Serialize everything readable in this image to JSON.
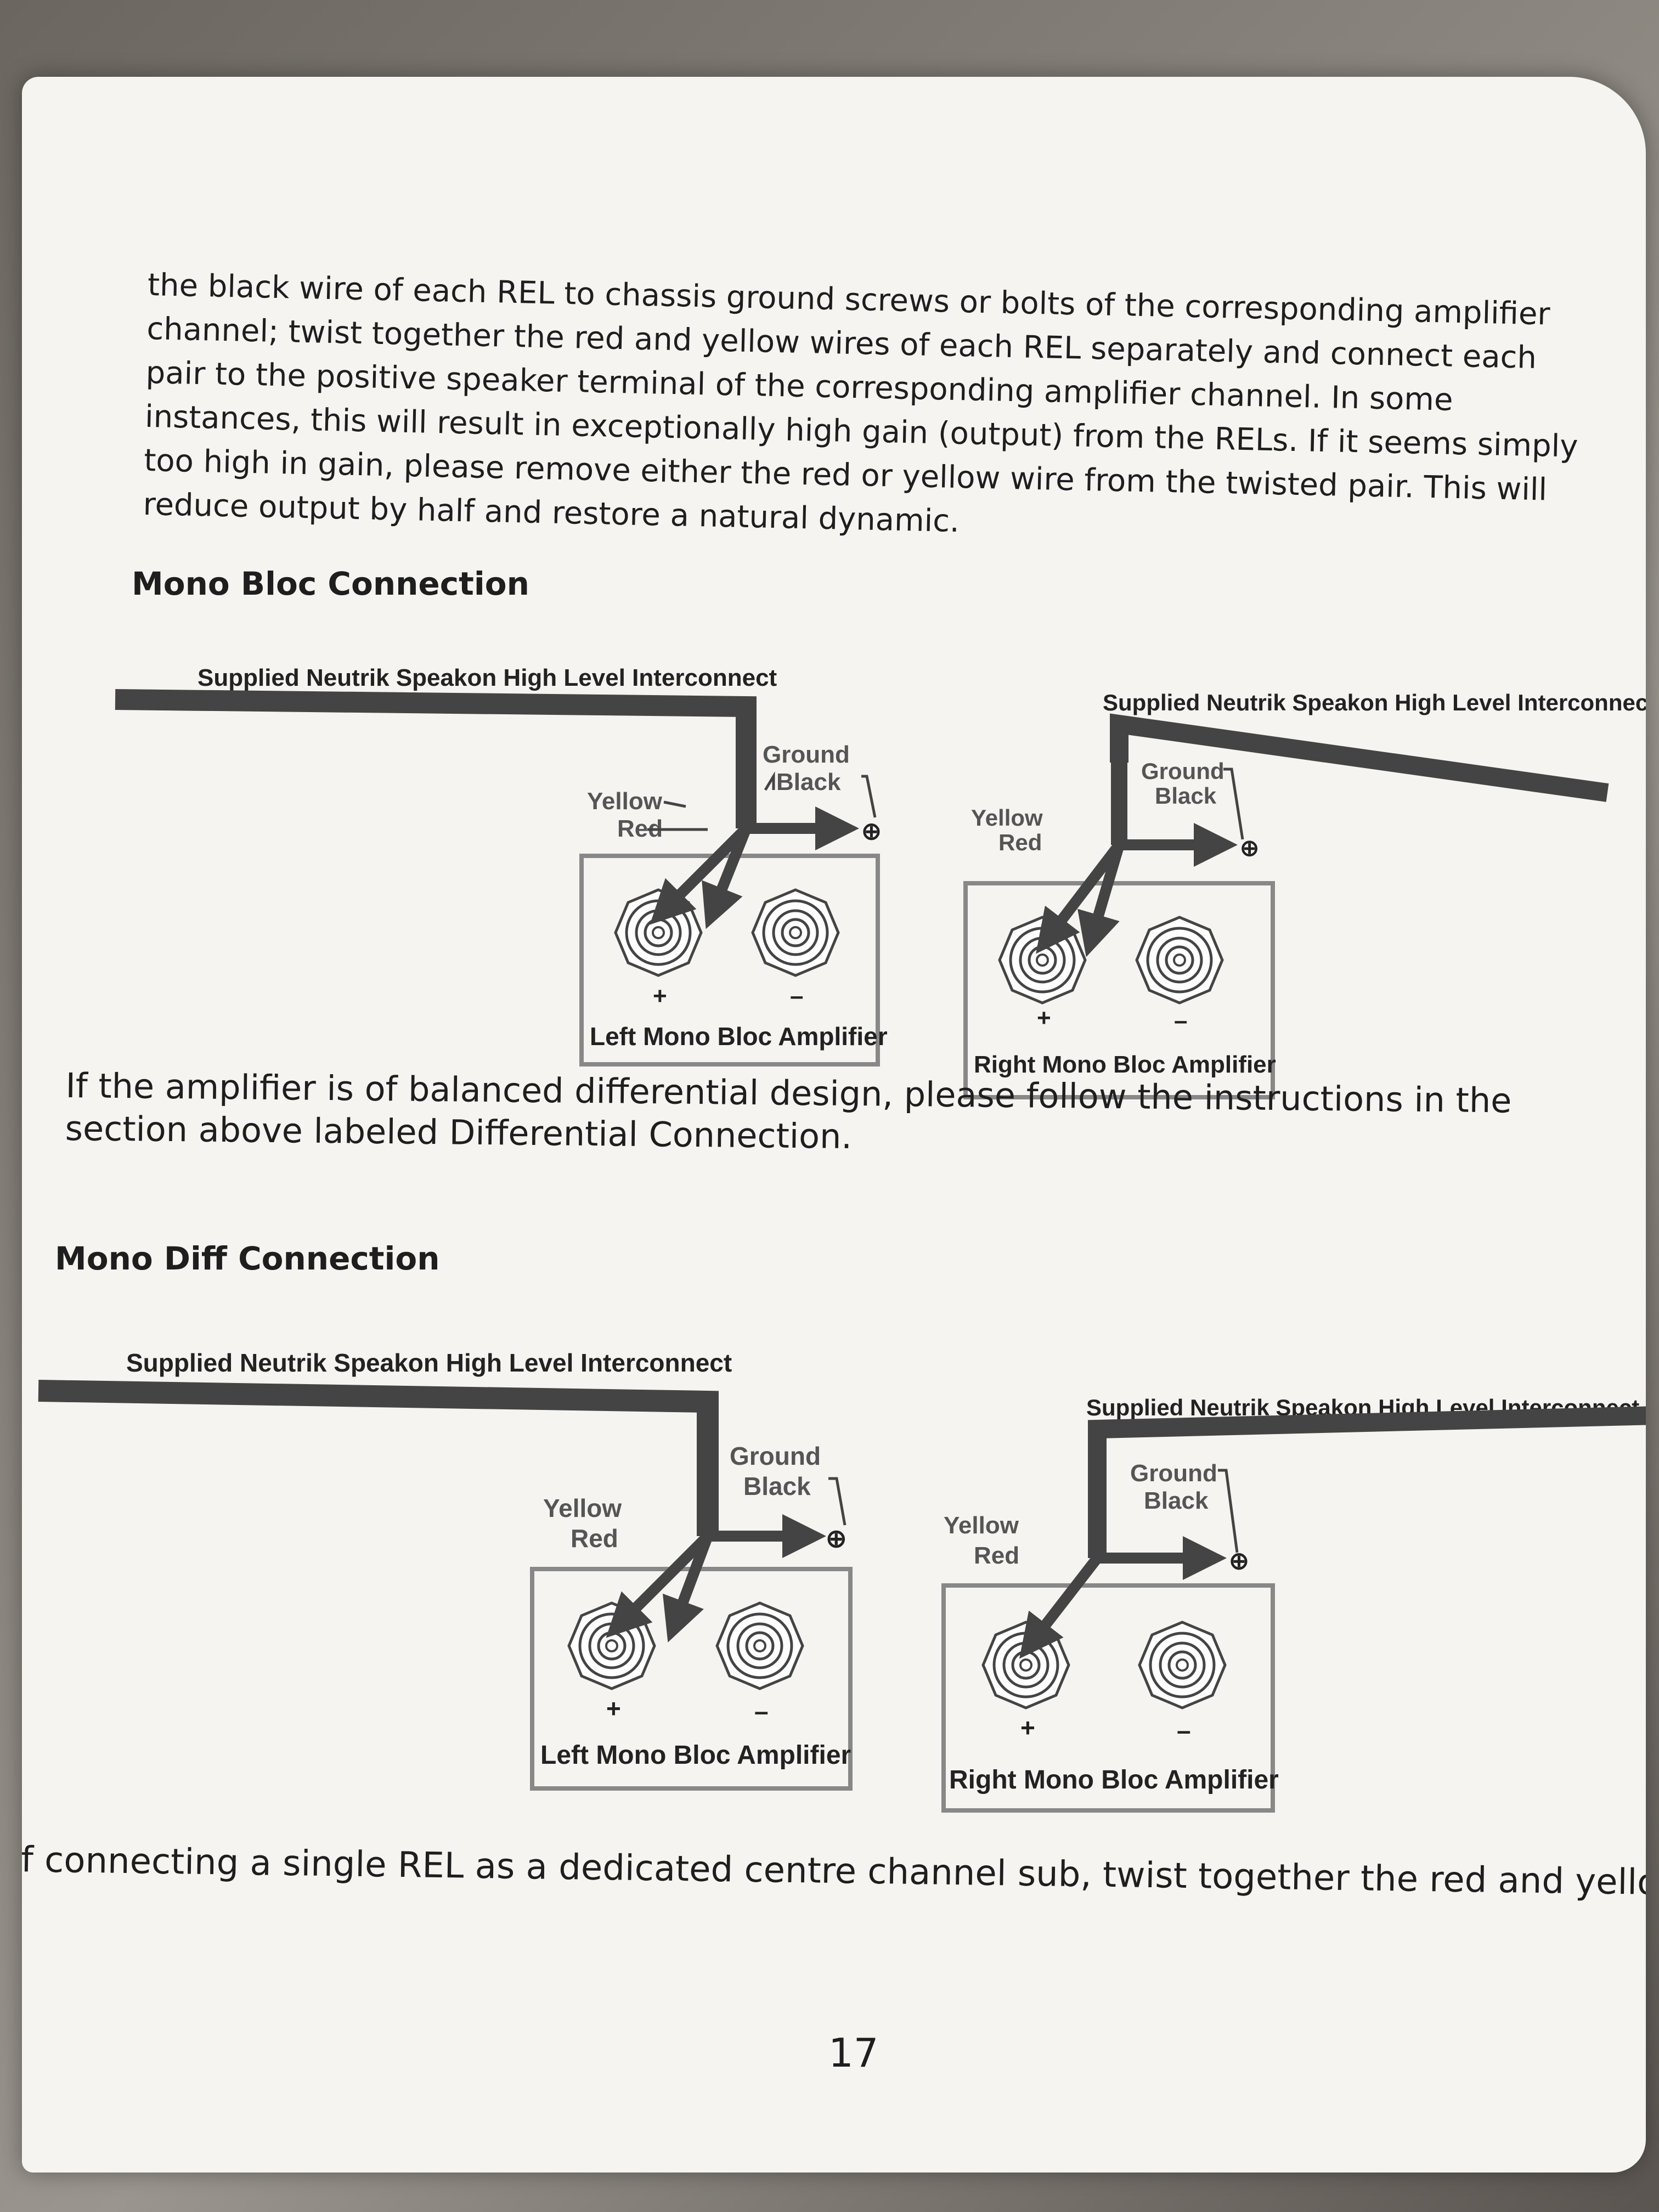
{
  "page": {
    "intro_paragraph": "the black wire of each REL to chassis ground screws or bolts of the corresponding amplifier channel; twist together the red and yellow wires of each REL separately and connect each pair to the positive speaker terminal of the corresponding amplifier channel. In some instances, this will result in exceptionally high gain (output) from the RELs. If it seems simply too high in gain, please remove either the red or yellow wire from the twisted pair. This will reduce output by half and restore a natural dynamic.",
    "section1_heading": "Mono Bloc Connection",
    "balanced_paragraph": "If the amplifier is of balanced differential design, please follow the instructions in the section above labeled Differential Connection.",
    "section2_heading": "Mono Diff Connection",
    "centre_paragraph": "If connecting a single REL as a dedicated centre channel sub, twist together the red and yellow wires and",
    "page_number": "17"
  },
  "diagram_labels": {
    "interconnect": "Supplied Neutrik Speakon High Level Interconnect",
    "ground": "Ground",
    "black": "Black",
    "yellow": "Yellow",
    "red": "Red",
    "plus_terminal": "⊕",
    "plus": "+",
    "minus": "–",
    "left_amp": "Left Mono Bloc Amplifier",
    "right_amp": "Right Mono Bloc Amplifier"
  }
}
